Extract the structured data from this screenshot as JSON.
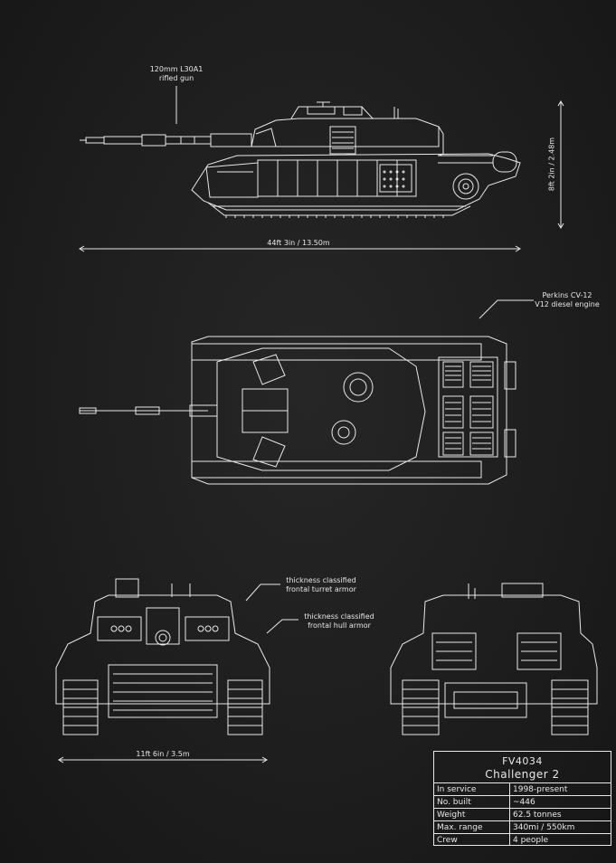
{
  "annotations": {
    "gun_line1": "120mm L30A1",
    "gun_line2": "rifled gun",
    "height": "8ft 2in / 2.48m",
    "length": "44ft 3in / 13.50m",
    "engine_line1": "Perkins CV-12",
    "engine_line2": "V12 diesel engine",
    "turret_line1": "thickness classified",
    "turret_line2": "frontal turret armor",
    "hull_line1": "thickness classified",
    "hull_line2": "frontal hull armor",
    "width": "11ft 6in / 3.5m"
  },
  "spec": {
    "designation": "FV4034",
    "name": "Challenger 2",
    "rows": [
      {
        "label": "In service",
        "value": "1998-present"
      },
      {
        "label": "No. built",
        "value": "~446"
      },
      {
        "label": "Weight",
        "value": "62.5 tonnes"
      },
      {
        "label": "Max. range",
        "value": "340mi / 550km"
      },
      {
        "label": "Crew",
        "value": "4 people"
      }
    ]
  },
  "colors": {
    "background": "#1c1c1c",
    "line": "#e8e8e8"
  }
}
